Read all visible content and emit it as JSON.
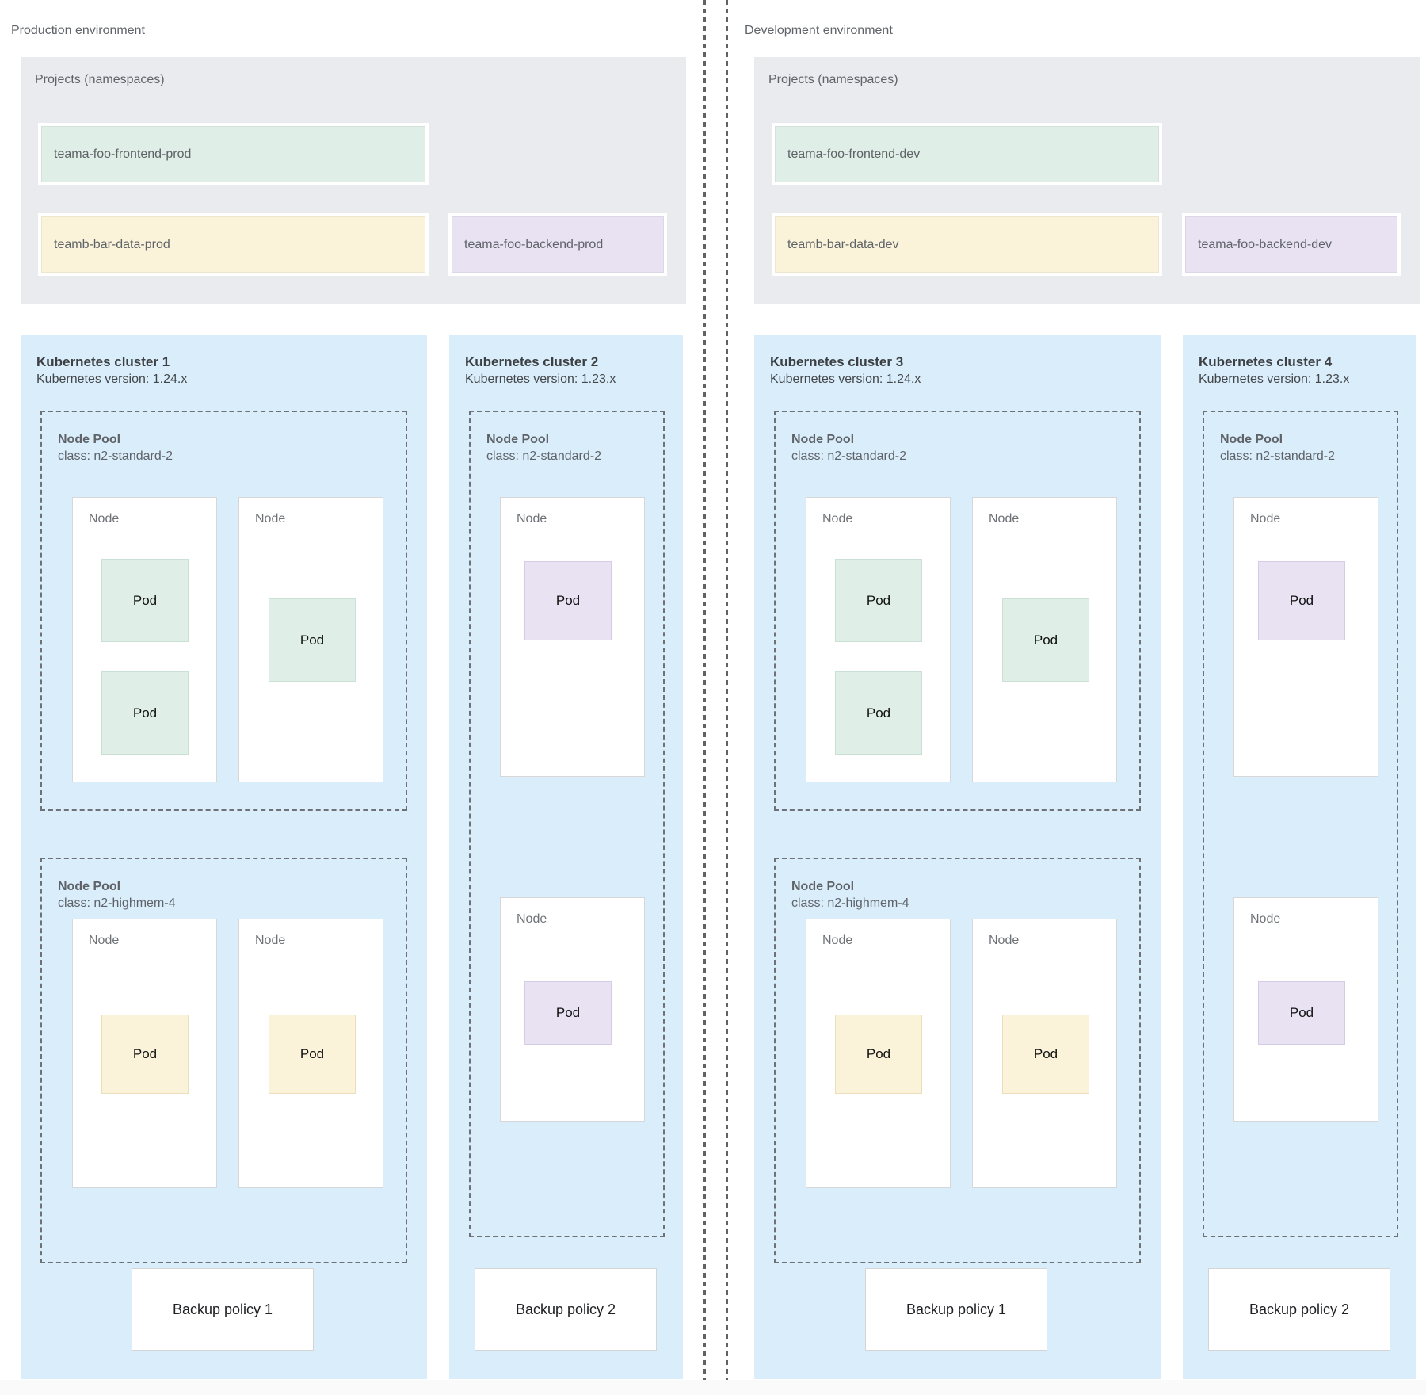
{
  "palette": {
    "projects_bg": "#e9ebee",
    "cluster_bg": "#daedfb",
    "green": "#dfeee6",
    "yellow": "#faf3da",
    "purple": "#e8e2f3",
    "node_bg": "#ffffff",
    "label_gray": "#5f6368",
    "title_dark": "#3c4043",
    "dash_gray": "#6e7276"
  },
  "labels": {
    "node": "Node",
    "pod": "Pod"
  },
  "environments": [
    {
      "label": "Production environment",
      "projects": {
        "title": "Projects (namespaces)",
        "items": [
          {
            "label": "teama-foo-frontend-prod",
            "color": "green"
          },
          {
            "label": "teamb-bar-data-prod",
            "color": "yellow"
          },
          {
            "label": "teama-foo-backend-prod",
            "color": "purple"
          }
        ]
      },
      "clusters": [
        {
          "title": "Kubernetes cluster 1",
          "version": "Kubernetes version: 1.24.x",
          "pools": [
            {
              "title": "Node Pool",
              "class_line": "class: n2-standard-2"
            },
            {
              "title": "Node Pool",
              "class_line": "class: n2-highmem-4"
            }
          ],
          "backup_policy": "Backup policy 1"
        },
        {
          "title": "Kubernetes cluster 2",
          "version": "Kubernetes version: 1.23.x",
          "pools": [
            {
              "title": "Node Pool",
              "class_line": "class: n2-standard-2"
            }
          ],
          "backup_policy": "Backup policy 2"
        }
      ]
    },
    {
      "label": "Development environment",
      "projects": {
        "title": "Projects (namespaces)",
        "items": [
          {
            "label": "teama-foo-frontend-dev",
            "color": "green"
          },
          {
            "label": "teamb-bar-data-dev",
            "color": "yellow"
          },
          {
            "label": "teama-foo-backend-dev",
            "color": "purple"
          }
        ]
      },
      "clusters": [
        {
          "title": "Kubernetes cluster 3",
          "version": "Kubernetes version: 1.24.x",
          "pools": [
            {
              "title": "Node Pool",
              "class_line": "class: n2-standard-2"
            },
            {
              "title": "Node Pool",
              "class_line": "class: n2-highmem-4"
            }
          ],
          "backup_policy": "Backup policy 1"
        },
        {
          "title": "Kubernetes cluster 4",
          "version": "Kubernetes version: 1.23.x",
          "pools": [
            {
              "title": "Node Pool",
              "class_line": "class: n2-standard-2"
            }
          ],
          "backup_policy": "Backup policy 2"
        }
      ]
    }
  ]
}
